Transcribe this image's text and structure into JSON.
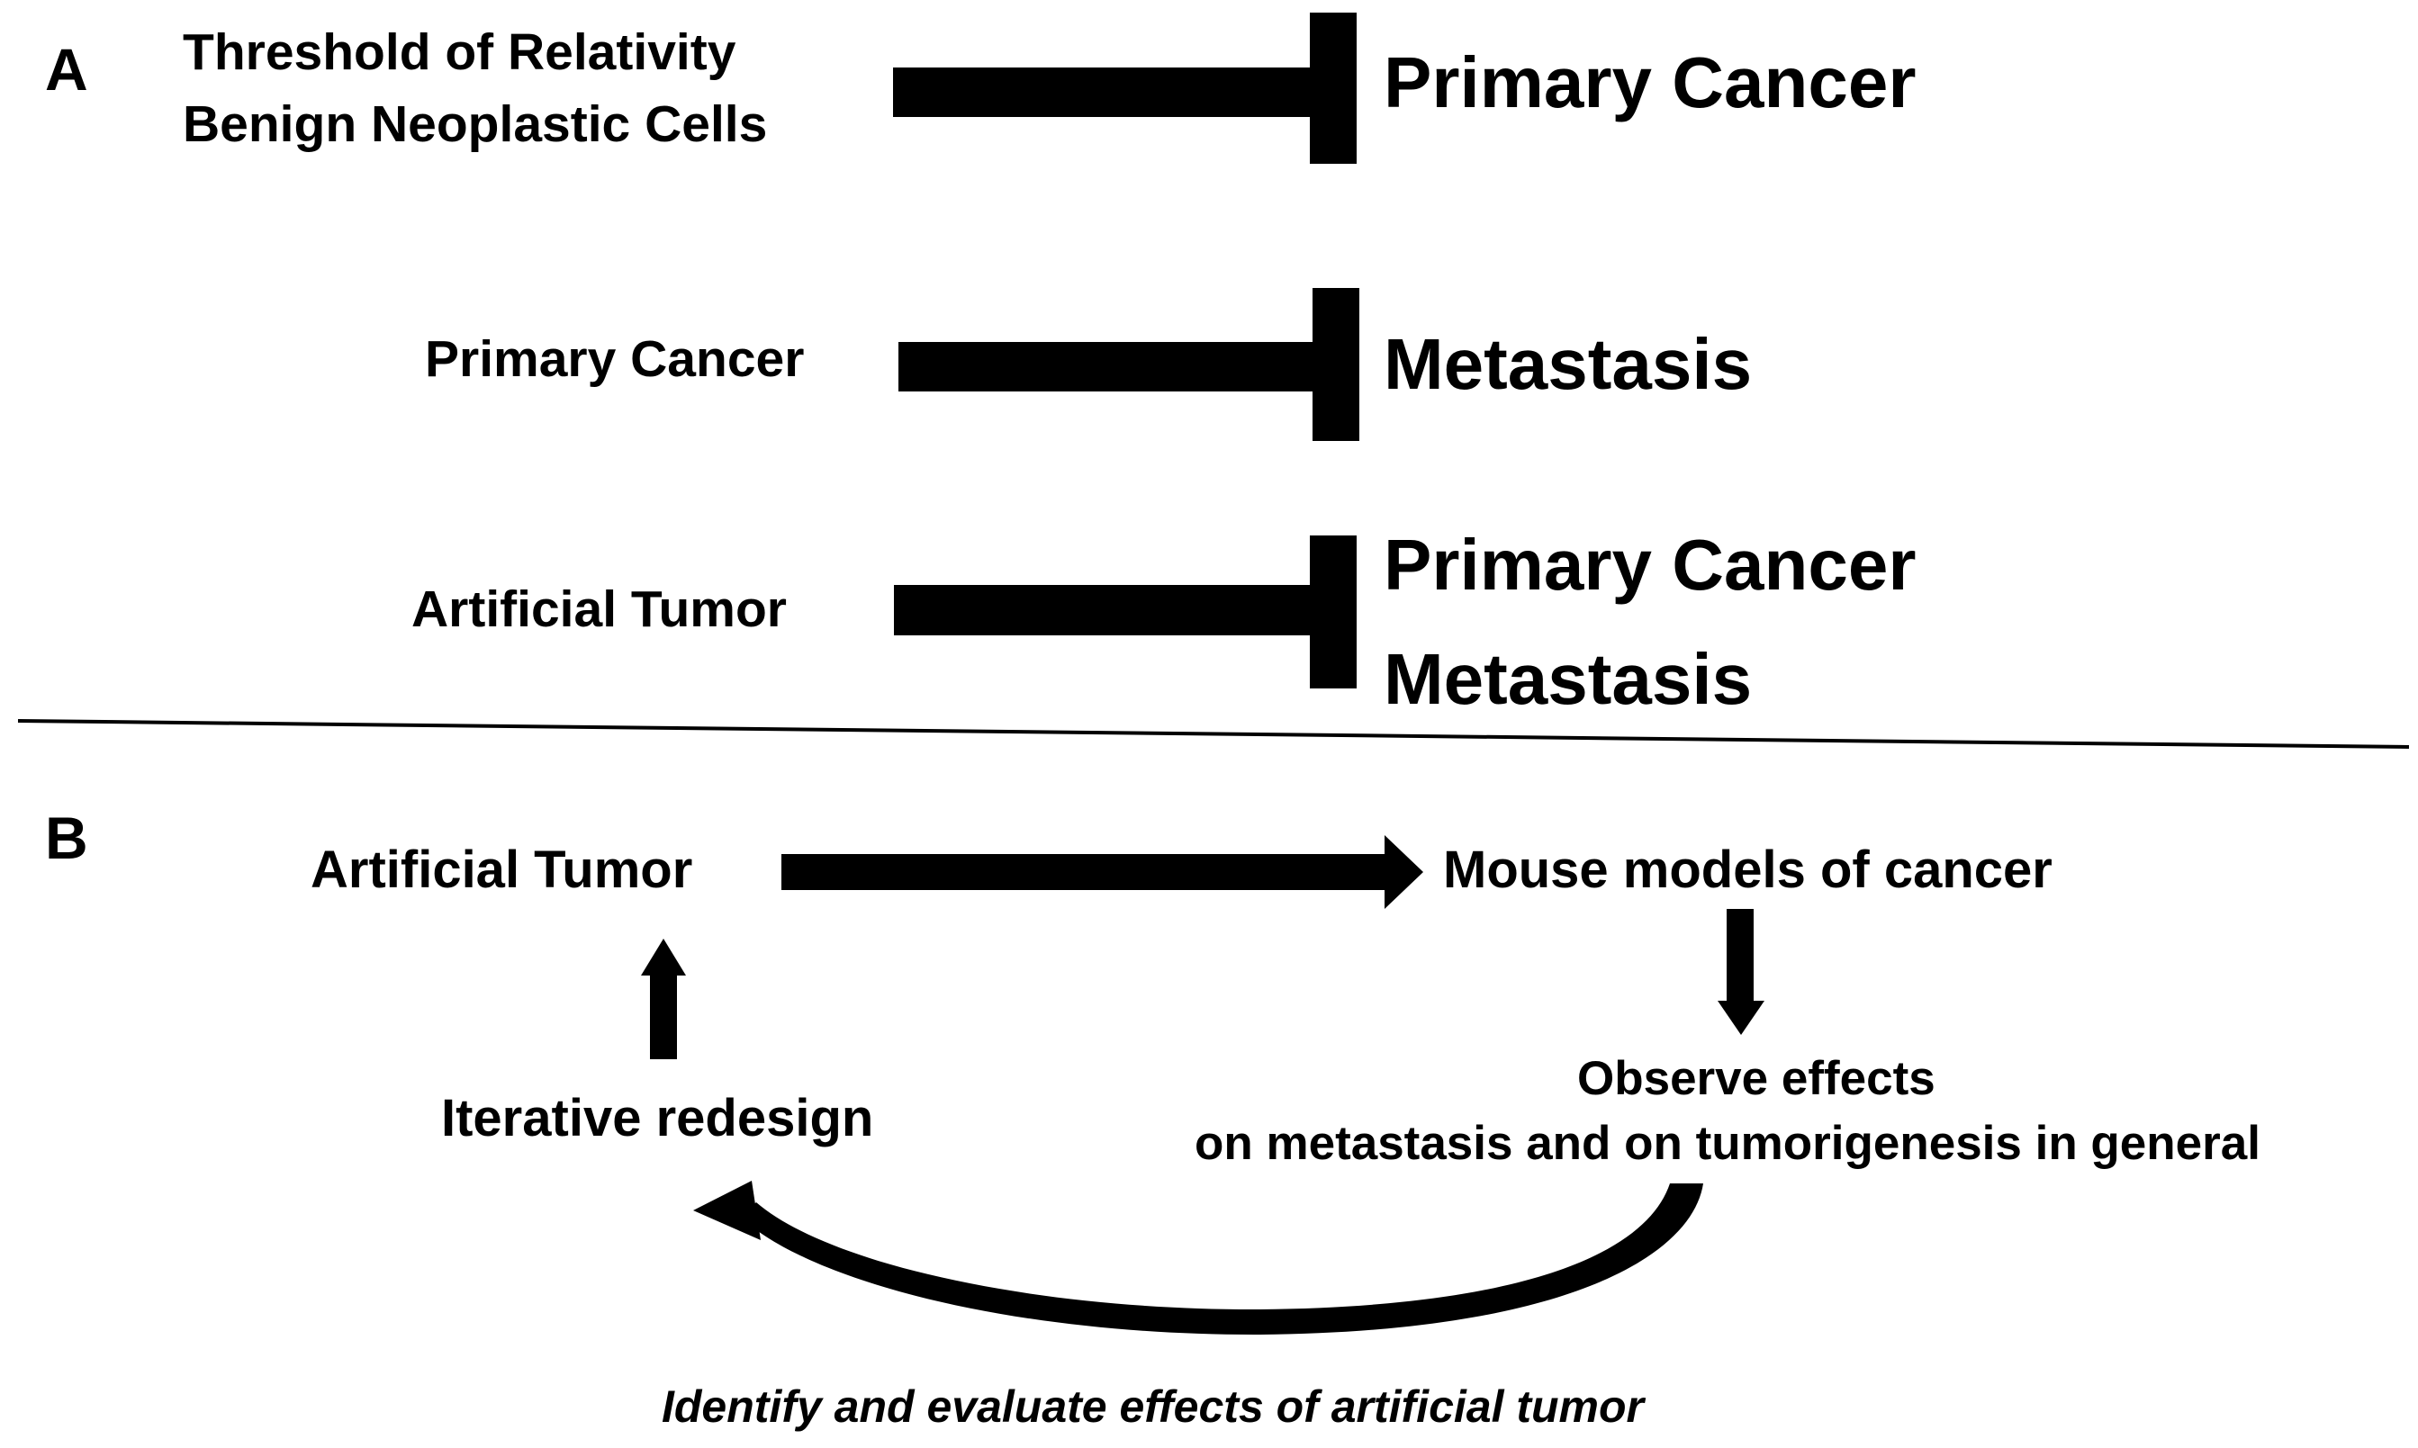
{
  "panel_a": {
    "label": "A",
    "rows": [
      {
        "left_lines": [
          "Threshold of Relativity",
          "Benign Neoplastic Cells"
        ],
        "right_lines": [
          "Primary Cancer"
        ]
      },
      {
        "left_lines": [
          "Primary Cancer"
        ],
        "right_lines": [
          "Metastasis"
        ]
      },
      {
        "left_lines": [
          "Artificial Tumor"
        ],
        "right_lines": [
          "Primary Cancer",
          "Metastasis"
        ]
      }
    ]
  },
  "panel_b": {
    "label": "B",
    "artificial_tumor": "Artificial Tumor",
    "mouse_models": "Mouse models of cancer",
    "observe_line1": "Observe effects",
    "observe_line2": "on metastasis and on tumorigenesis in general",
    "iterative_redesign": "Iterative redesign",
    "caption": "Identify and evaluate effects of artificial tumor"
  }
}
